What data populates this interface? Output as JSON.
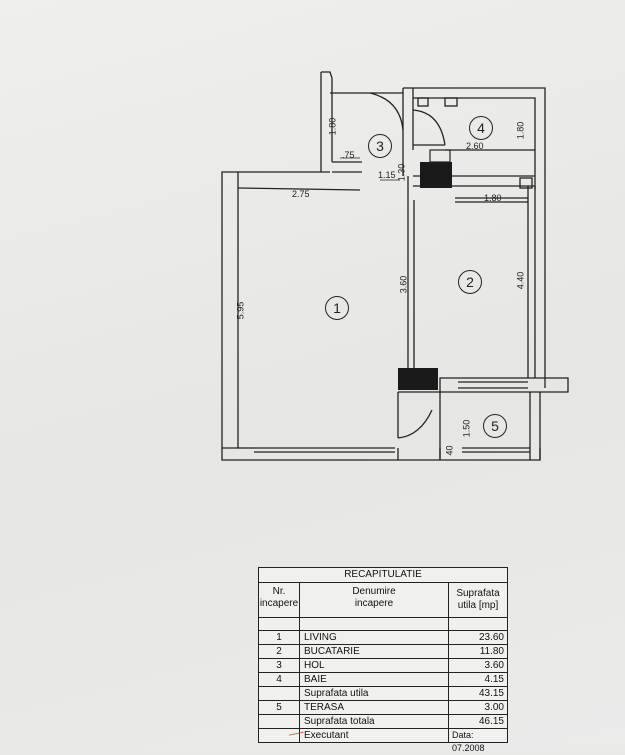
{
  "rooms": [
    {
      "number": "1"
    },
    {
      "number": "2"
    },
    {
      "number": "3"
    },
    {
      "number": "4"
    },
    {
      "number": "5"
    }
  ],
  "dimensions": {
    "hol_height": "1.80",
    "hol_width": ".75",
    "hol_corridor": "1.15",
    "wall_gap": "1.30",
    "baie_width": "2.60",
    "baie_height": "1.80",
    "living_width": "2.75",
    "kitchen_width": "1.80",
    "living_height": "5.95",
    "partition_length": "3.60",
    "kitchen_height": "4.40",
    "terasa_height": "1.50",
    "terasa_small": "40"
  },
  "recap": {
    "title": "RECAPITULATIE",
    "col1_header": "Nr.\nincapere",
    "col2_header": "Denumire\nincapere",
    "col3_header": "Suprafata\nutila [mp]",
    "rows": [
      {
        "nr": "1",
        "name": "LIVING",
        "area": "23.60"
      },
      {
        "nr": "2",
        "name": "BUCATARIE",
        "area": "11.80"
      },
      {
        "nr": "3",
        "name": "HOL",
        "area": "3.60"
      },
      {
        "nr": "4",
        "name": "BAIE",
        "area": "4.15"
      },
      {
        "nr": "",
        "name": "Suprafata utila",
        "area": "43.15"
      },
      {
        "nr": "5",
        "name": "TERASA",
        "area": "3.00"
      },
      {
        "nr": "",
        "name": "Suprafata totala",
        "area": "46.15"
      },
      {
        "nr": "",
        "name": "Executant",
        "area": "Data: 07.2008"
      }
    ]
  },
  "colors": {
    "ink": "#222222",
    "stamp": "#c0392b"
  }
}
